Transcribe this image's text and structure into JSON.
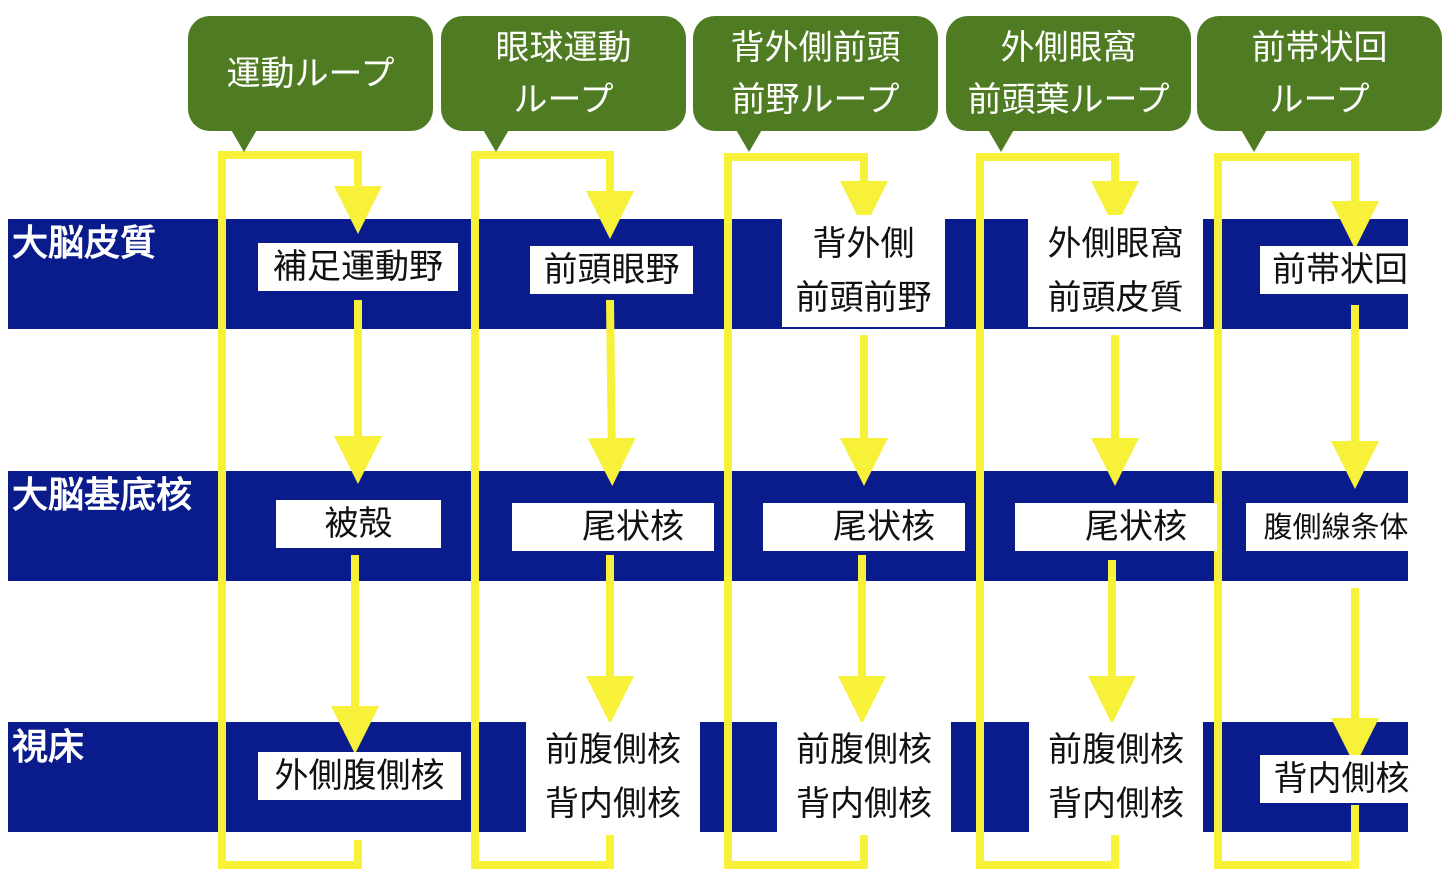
{
  "levels": {
    "cortex": "大脳皮質",
    "basal_ganglia": "大脳基底核",
    "thalamus": "視床"
  },
  "loops": [
    {
      "name": [
        "運動ループ"
      ],
      "cortex": [
        "補足運動野"
      ],
      "basal_ganglia": [
        "被殻"
      ],
      "thalamus": [
        "外側腹側核"
      ]
    },
    {
      "name": [
        "眼球運動",
        "ループ"
      ],
      "cortex": [
        "前頭眼野"
      ],
      "basal_ganglia": [
        "尾状核"
      ],
      "thalamus": [
        "前腹側核",
        "背内側核"
      ]
    },
    {
      "name": [
        "背外側前頭",
        "前野ループ"
      ],
      "cortex": [
        "背外側",
        "前頭前野"
      ],
      "basal_ganglia": [
        "尾状核"
      ],
      "thalamus": [
        "前腹側核",
        "背内側核"
      ]
    },
    {
      "name": [
        "外側眼窩",
        "前頭葉ループ"
      ],
      "cortex": [
        "外側眼窩",
        "前頭皮質"
      ],
      "basal_ganglia": [
        "尾状核"
      ],
      "thalamus": [
        "前腹側核",
        "背内側核"
      ]
    },
    {
      "name": [
        "前帯状回",
        "ループ"
      ],
      "cortex": [
        "前帯状回"
      ],
      "basal_ganglia": [
        "腹側線条体"
      ],
      "thalamus": [
        "背内側核"
      ]
    }
  ],
  "colors": {
    "band": "#0a1c8c",
    "callout": "#4f7c22",
    "loop_line": "#f7f13a"
  }
}
